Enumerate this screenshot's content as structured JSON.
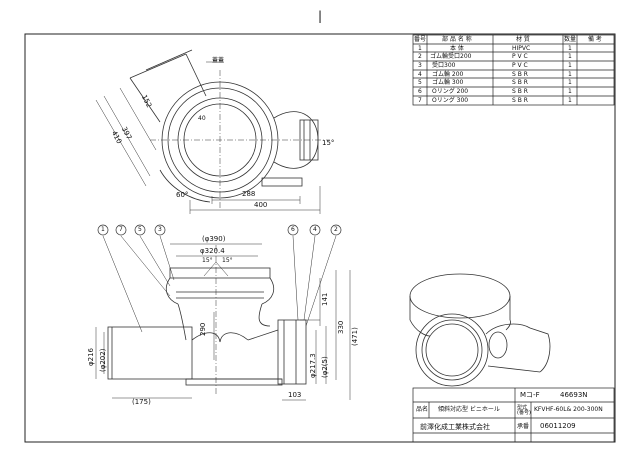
{
  "parts_table": {
    "headers": [
      "番号",
      "部 品 名 称",
      "材 質",
      "数量",
      "備 考"
    ],
    "rows": [
      {
        "no": "1",
        "name": "本 体",
        "material": "HIPVC",
        "qty": "1"
      },
      {
        "no": "2",
        "name": "ゴム輪受口200",
        "material": "P V C",
        "qty": "1"
      },
      {
        "no": "3",
        "name": "受口300",
        "material": "P V C",
        "qty": "1"
      },
      {
        "no": "4",
        "name": "ゴム輪 200",
        "material": "S B R",
        "qty": "1"
      },
      {
        "no": "5",
        "name": "ゴム輪 300",
        "material": "S B R",
        "qty": "1"
      },
      {
        "no": "6",
        "name": "Oリング 200",
        "material": "S B R",
        "qty": "1"
      },
      {
        "no": "7",
        "name": "Oリング 300",
        "material": "S B R",
        "qty": "1"
      }
    ]
  },
  "plan_view": {
    "label_cap": "蓋蓋",
    "dims": {
      "d152": "152",
      "d397": "397",
      "d410": "410",
      "d40": "40",
      "d15": "15°",
      "d60": "60°",
      "d288": "288",
      "d400": "400"
    }
  },
  "section_view": {
    "callouts": [
      "1",
      "7",
      "5",
      "3",
      "6",
      "4",
      "2"
    ],
    "dims": {
      "d390": "(φ390)",
      "d320": "φ320.4",
      "d15a": "15°",
      "d15b": "15°",
      "d141": "141",
      "d330": "330",
      "d471": "(471)",
      "d290": "290",
      "d216": "φ216",
      "d202": "(φ202)",
      "d217": "φ217.3",
      "d2": "(φ2(5)",
      "d175": "(175)",
      "d103": "103"
    }
  },
  "title_block": {
    "code_label": "Mコ-F",
    "code_value": "46693N",
    "name_label": "品名",
    "name_value": "傾斜対応型 ビニホール",
    "model_label": "型式(番号)",
    "model_value": "KFVHF-60L& 200-300N",
    "company": "前澤化成工業株式会社",
    "approved_label": "承番",
    "drawing_no": "06011209"
  },
  "top_mark": "|"
}
